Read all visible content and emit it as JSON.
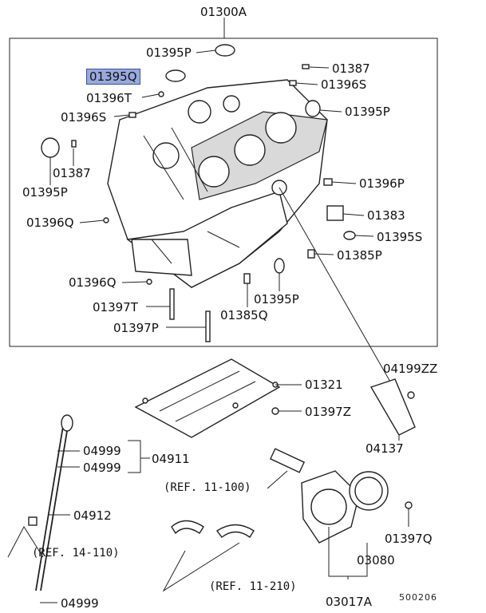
{
  "diagram": {
    "title_part": "01300A",
    "labels": {
      "p01395P_top": "01395P",
      "p01395Q": "01395Q",
      "p01396T": "01396T",
      "p01396S_left": "01396S",
      "p01387_left": "01387",
      "p01395P_left": "01395P",
      "p01396Q_mid": "01396Q",
      "p01396Q_low": "01396Q",
      "p01397T": "01397T",
      "p01397P": "01397P",
      "p01385Q": "01385Q",
      "p01395P_bottom": "01395P",
      "p01387_right": "01387",
      "p01396S_right": "01396S",
      "p01395P_right": "01395P",
      "p01396P": "01396P",
      "p01383": "01383",
      "p01395S": "01395S",
      "p01385P": "01385P",
      "p04199ZZ": "04199ZZ",
      "p01321": "01321",
      "p01397Z": "01397Z",
      "p04137": "04137",
      "p04999_a": "04999",
      "p04999_b": "04999",
      "p04911": "04911",
      "p04912": "04912",
      "p04999_c": "04999",
      "p01397Q": "01397Q",
      "p03080": "03080",
      "p03017A": "03017A"
    },
    "refs": {
      "ref_11_100": "(REF. 11-100)",
      "ref_14_110": "(REF. 14-110)",
      "ref_11_210": "(REF. 11-210)"
    },
    "diagram_code": "500206",
    "highlight_color": "#9aa9dd"
  }
}
